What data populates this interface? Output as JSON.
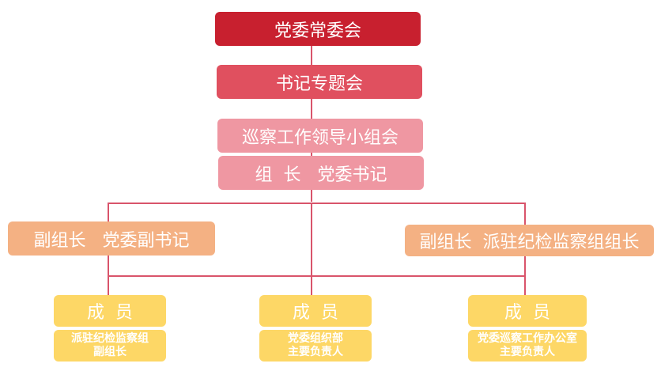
{
  "colors": {
    "line": "#d9546b",
    "level1": "#c8202f",
    "level2": "#e0505f",
    "level3": "#ef97a2",
    "level4": "#f4b183",
    "member": "#fdd766"
  },
  "nodes": {
    "standing_committee": "党委常委会",
    "secretary_meeting": "书记专题会",
    "leading_group_meeting": "巡察工作领导小组会",
    "group_leader": "组  长   党委书记",
    "deputy_left": "副组长   党委副书记",
    "deputy_right": "副组长  派驻纪检监察组组长"
  },
  "members": [
    {
      "title": "成  员",
      "desc_line1": "派驻纪检监察组",
      "desc_line2": "副组长"
    },
    {
      "title": "成  员",
      "desc_line1": "党委组织部",
      "desc_line2": "主要负责人"
    },
    {
      "title": "成  员",
      "desc_line1": "党委巡察工作办公室",
      "desc_line2": "主要负责人"
    }
  ]
}
